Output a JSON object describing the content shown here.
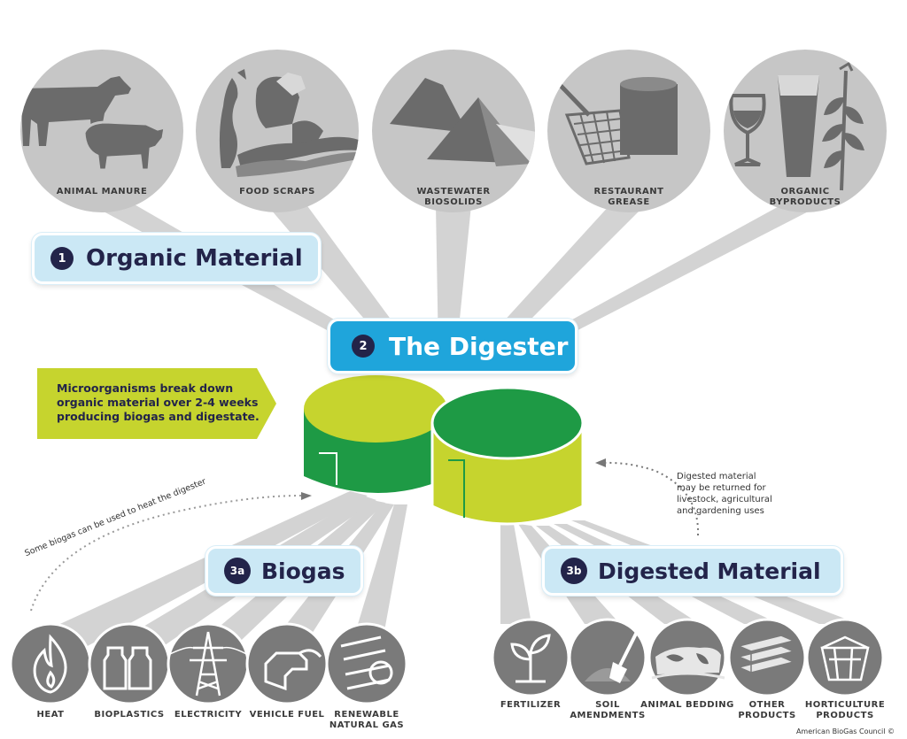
{
  "inputs": [
    {
      "label": "ANIMAL MANURE",
      "icon": "cow-and-pig-icon"
    },
    {
      "label": "FOOD SCRAPS",
      "icon": "food-scraps-icon"
    },
    {
      "label": "WASTEWATER\nBIOSOLIDS",
      "icon": "biosolids-piles-icon"
    },
    {
      "label": "RESTAURANT\nGREASE",
      "icon": "fryer-basket-icon"
    },
    {
      "label": "ORGANIC\nBYPRODUCTS",
      "icon": "wine-beer-corn-icon"
    }
  ],
  "step1": {
    "number": "1",
    "label": "Organic Material"
  },
  "step2": {
    "number": "2",
    "label": "The Digester"
  },
  "step3a": {
    "number": "3a",
    "label": "Biogas"
  },
  "step3b": {
    "number": "3b",
    "label": "Digested Material"
  },
  "callout": "Microorganisms break down\norganic material over 2-4 weeks\nproducing biogas and digestate.",
  "heat_note": "Some biogas can be used to heat the digester",
  "return_note": "Digested material\nmay be returned for\nlivestock, agricultural\nand gardening uses",
  "biogas_uses": [
    {
      "label": "HEAT",
      "icon": "flame-icon"
    },
    {
      "label": "BIOPLASTICS",
      "icon": "bottles-icon"
    },
    {
      "label": "ELECTRICITY",
      "icon": "power-tower-icon"
    },
    {
      "label": "VEHICLE FUEL",
      "icon": "fuel-nozzle-icon"
    },
    {
      "label": "RENEWABLE\nNATURAL GAS",
      "icon": "gas-pipes-icon"
    }
  ],
  "digestate_uses": [
    {
      "label": "FERTILIZER",
      "icon": "sprout-icon"
    },
    {
      "label": "SOIL AMENDMENTS",
      "icon": "shovel-soil-icon"
    },
    {
      "label": "ANIMAL BEDDING",
      "icon": "bedding-icon"
    },
    {
      "label": "OTHER PRODUCTS",
      "icon": "boards-icon"
    },
    {
      "label": "HORTICULTURE\nPRODUCTS",
      "icon": "planter-box-icon"
    }
  ],
  "credit": "American BioGas Council ©",
  "colors": {
    "circle": "#c6c6c6",
    "icon": "#6b6b6b",
    "ray": "#d3d3d3",
    "pill": "#cbe8f5",
    "pill_main": "#1fa5db",
    "navy": "#23244a",
    "lime": "#c6d42e",
    "green": "#1e9a45"
  }
}
